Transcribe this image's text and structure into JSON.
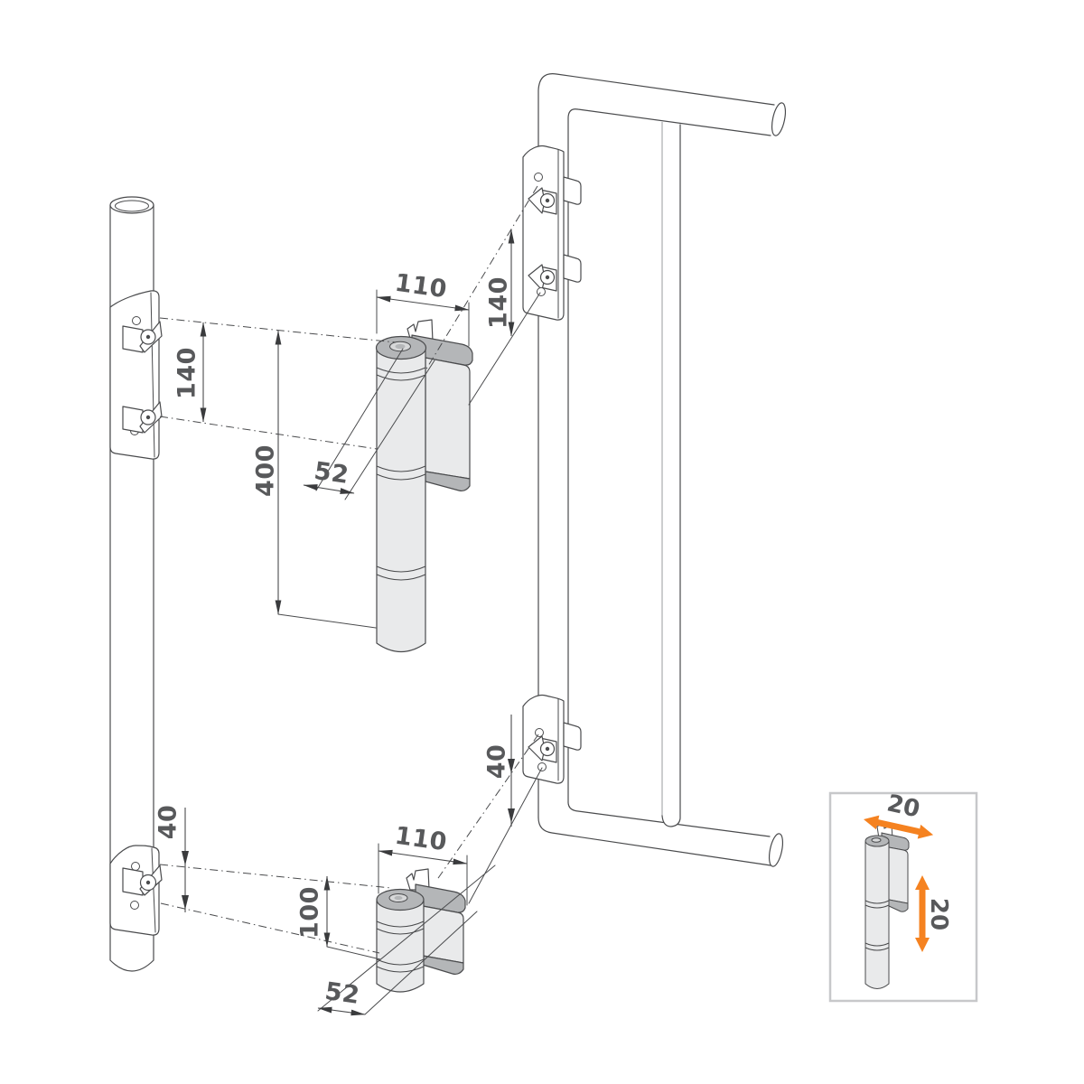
{
  "colors": {
    "line": "#4a4b4d",
    "arrow": "#3a3b3d",
    "dim-text": "#58595b",
    "fill-light": "#e9eaeb",
    "fill-dark": "#b4b6b8",
    "fill-mid": "#d7d8d9",
    "orange": "#f58220",
    "inset-border": "#c7c8ca"
  },
  "annotations": {
    "upper_hinge_width": "110",
    "upper_gate_hole_spacing": "140",
    "upper_post_hole_spacing": "140",
    "hinge_vertical_spacing": "400",
    "upper_hinge_depth": "52",
    "lower_post_offset": "40",
    "lower_hinge_width": "110",
    "lower_hinge_body_height": "100",
    "lower_hinge_depth": "52",
    "lower_gate_offset": "40",
    "inset_horizontal_adjustment": "20",
    "inset_vertical_adjustment": "20"
  }
}
